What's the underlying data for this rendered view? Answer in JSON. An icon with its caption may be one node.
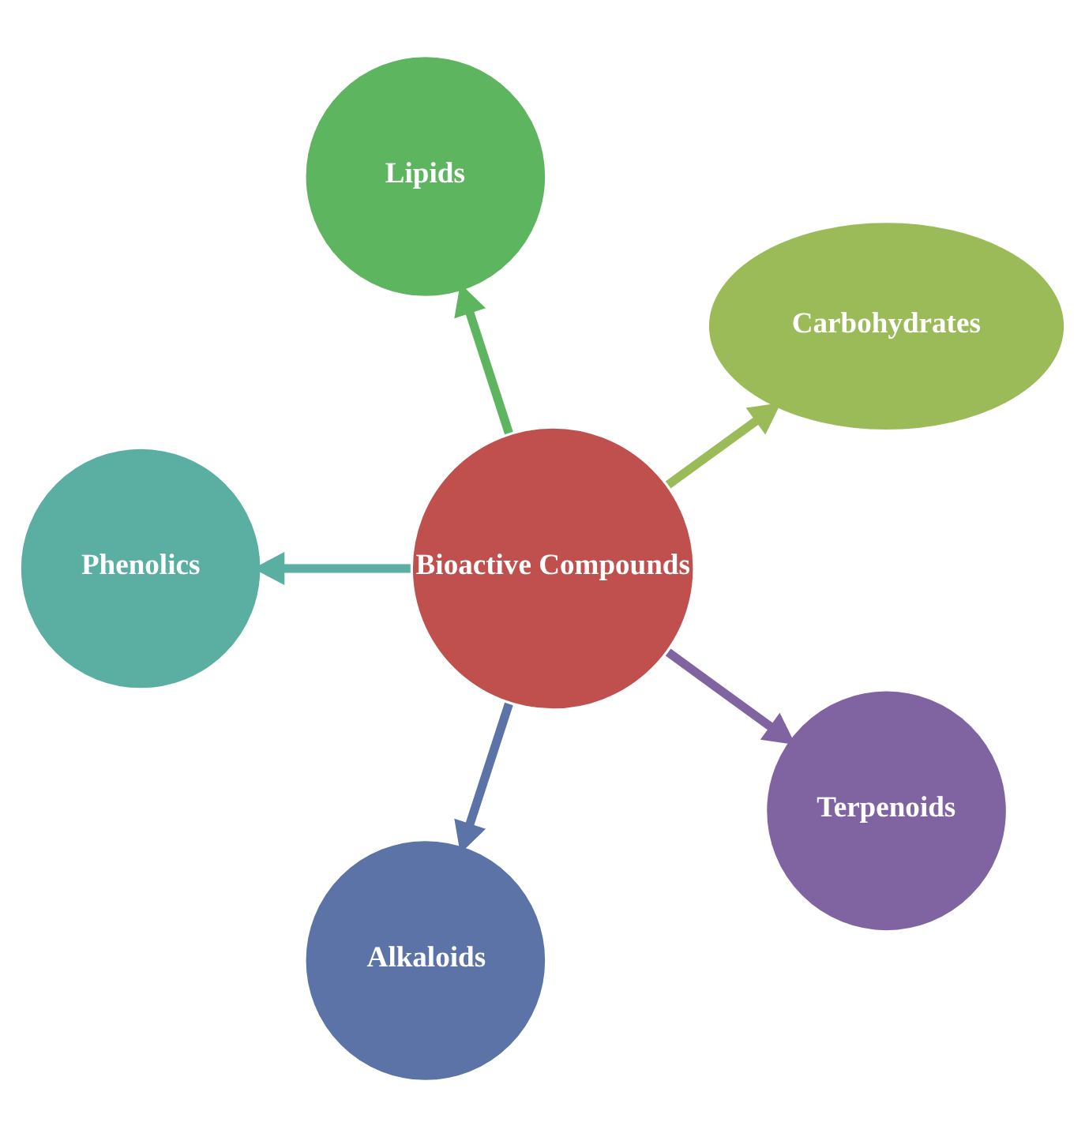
{
  "diagram": {
    "nodes": [
      {
        "text": [
          "Bioactive Compounds"
        ]
      },
      {
        "text": [
          "Carbohydrates"
        ]
      },
      {
        "text": [
          "Lipids"
        ]
      },
      {
        "text": [
          "Phenolics"
        ]
      },
      {
        "text": [
          "Alkaloids"
        ]
      },
      {
        "text": [
          "Terpenoids"
        ]
      }
    ],
    "edges": [
      {
        "from": 0,
        "to": 1,
        "arrow": "to",
        "color": "#9bbb59"
      },
      {
        "from": 0,
        "to": 2,
        "arrow": "to",
        "color": "#5db55f"
      },
      {
        "from": 0,
        "to": 3,
        "arrow": "to",
        "color": "#5aaea2"
      },
      {
        "from": 0,
        "to": 4,
        "arrow": "to",
        "color": "#5b73a6"
      },
      {
        "from": 0,
        "to": 5,
        "arrow": "to",
        "color": "#8064a2"
      }
    ]
  }
}
